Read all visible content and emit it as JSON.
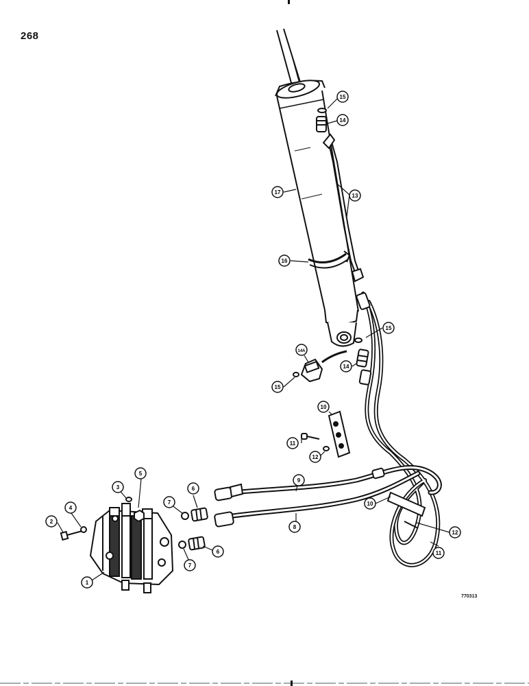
{
  "page": {
    "page_number": "268",
    "drawing_id": "770313"
  },
  "callouts": [
    {
      "key": "c15a",
      "label": "15"
    },
    {
      "key": "c14a",
      "label": "14"
    },
    {
      "key": "c13",
      "label": "13"
    },
    {
      "key": "c17",
      "label": "17"
    },
    {
      "key": "c16",
      "label": "16"
    },
    {
      "key": "c15b",
      "label": "15"
    },
    {
      "key": "c14b",
      "label": "14"
    },
    {
      "key": "c14A",
      "label": "14A"
    },
    {
      "key": "c15c",
      "label": "15"
    },
    {
      "key": "c10a",
      "label": "10"
    },
    {
      "key": "c11a",
      "label": "11"
    },
    {
      "key": "c12a",
      "label": "12"
    },
    {
      "key": "c9",
      "label": "9"
    },
    {
      "key": "c8",
      "label": "8"
    },
    {
      "key": "c10b",
      "label": "10"
    },
    {
      "key": "c12b",
      "label": "12"
    },
    {
      "key": "c11b",
      "label": "11"
    },
    {
      "key": "c5",
      "label": "5"
    },
    {
      "key": "c3",
      "label": "3"
    },
    {
      "key": "c6a",
      "label": "6"
    },
    {
      "key": "c7a",
      "label": "7"
    },
    {
      "key": "c4",
      "label": "4"
    },
    {
      "key": "c2",
      "label": "2"
    },
    {
      "key": "c6b",
      "label": "6"
    },
    {
      "key": "c7b",
      "label": "7"
    },
    {
      "key": "c1",
      "label": "1"
    }
  ]
}
